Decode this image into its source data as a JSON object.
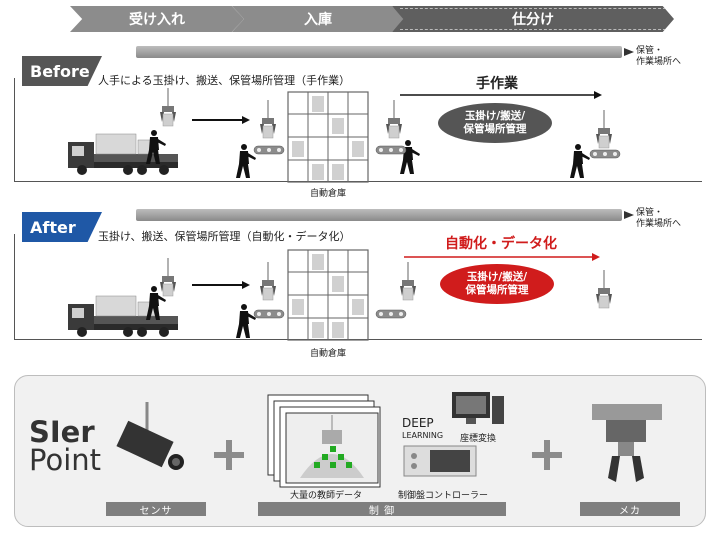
{
  "stages": [
    "受け入れ",
    "入庫",
    "仕分け"
  ],
  "before": {
    "tag": "Before",
    "description": "人手による玉掛け、搬送、保管場所管理（手作業）",
    "method_title": "手作業",
    "oval_line1": "玉掛け/搬送/",
    "oval_line2": "保管場所管理",
    "warehouse": "自動倉庫",
    "right_note_line1": "保管・",
    "right_note_line2": "作業場所へ"
  },
  "after": {
    "tag": "After",
    "description": "玉掛け、搬送、保管場所管理（自動化・データ化）",
    "method_title": "自動化・データ化",
    "oval_line1": "玉掛け/搬送/",
    "oval_line2": "保管場所管理",
    "warehouse": "自動倉庫",
    "right_note_line1": "保管・",
    "right_note_line2": "作業場所へ"
  },
  "sier": {
    "title_line1": "SIer",
    "title_line2": "Point",
    "deep_line1": "DEEP",
    "deep_line2": "LEARNING",
    "coord_label": "座標変換",
    "teacher_data": "大量の教師データ",
    "controller": "制御盤コントローラー",
    "bar_sensor": "センサ",
    "bar_control": "制 御",
    "bar_mecha": "メカ"
  },
  "colors": {
    "stage_light": "#8c8c8c",
    "stage_dark": "#5f5f5f",
    "before_tag": "#555555",
    "after_tag": "#1f58a6",
    "auto_red": "#d01c1c",
    "marker_green": "#22aa22"
  }
}
